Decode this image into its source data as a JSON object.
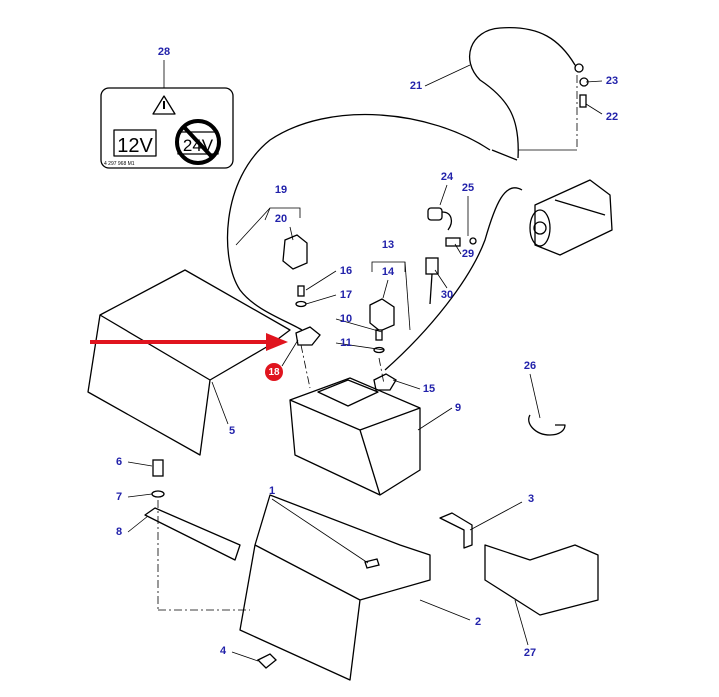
{
  "diagram": {
    "callouts": [
      {
        "id": "28",
        "label": "28"
      },
      {
        "id": "21",
        "label": "21"
      },
      {
        "id": "23",
        "label": "23"
      },
      {
        "id": "22",
        "label": "22"
      },
      {
        "id": "19",
        "label": "19"
      },
      {
        "id": "20",
        "label": "20"
      },
      {
        "id": "24",
        "label": "24"
      },
      {
        "id": "25",
        "label": "25"
      },
      {
        "id": "13",
        "label": "13"
      },
      {
        "id": "14",
        "label": "14"
      },
      {
        "id": "16",
        "label": "16"
      },
      {
        "id": "17",
        "label": "17"
      },
      {
        "id": "10",
        "label": "10"
      },
      {
        "id": "11",
        "label": "11"
      },
      {
        "id": "29",
        "label": "29"
      },
      {
        "id": "30",
        "label": "30"
      },
      {
        "id": "15",
        "label": "15"
      },
      {
        "id": "26",
        "label": "26"
      },
      {
        "id": "9",
        "label": "9"
      },
      {
        "id": "5",
        "label": "5"
      },
      {
        "id": "6",
        "label": "6"
      },
      {
        "id": "7",
        "label": "7"
      },
      {
        "id": "8",
        "label": "8"
      },
      {
        "id": "1",
        "label": "1"
      },
      {
        "id": "3",
        "label": "3"
      },
      {
        "id": "2",
        "label": "2"
      },
      {
        "id": "27",
        "label": "27"
      },
      {
        "id": "4",
        "label": "4"
      }
    ],
    "highlight": {
      "label": "18",
      "color": "#e0141e"
    },
    "arrow_color": "#e0141e",
    "label_color": "#2222aa",
    "decal": {
      "left_text": "12V",
      "right_text": "24V",
      "part_number": "4 297 968 M1"
    }
  }
}
